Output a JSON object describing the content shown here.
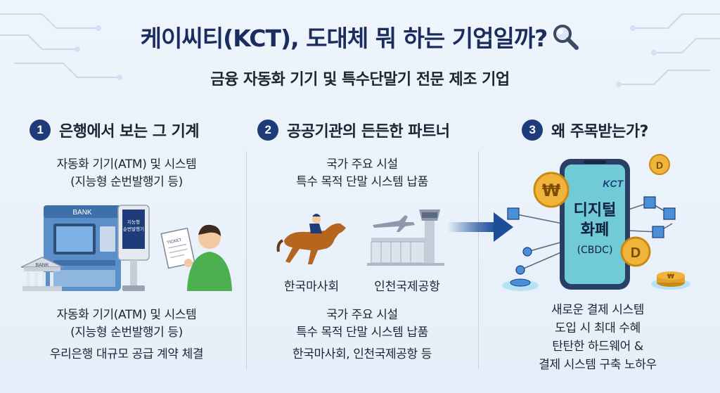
{
  "header": {
    "title": "케이씨티(KCT), 도대체 뭐 하는 기업일까?",
    "subtitle": "금융 자동화 기기 및 특수단말기 전문 제조 기업"
  },
  "columns": [
    {
      "number": "1",
      "heading": "은행에서 보는 그 기계",
      "top_lines": [
        "자동화 기기(ATM) 및 시스템",
        "(지능형 순번발행기 등)"
      ],
      "bottom_lines": [
        "자동화 기기(ATM) 및 시스템",
        "(지능형 순번발행기 등)"
      ],
      "footer": "우리은행 대규모 공급 계약 체결",
      "illustration": {
        "atm_sign": "BANK",
        "building_sign": "BANK",
        "kiosk_screen_lines": [
          "지능형",
          "순번발행기"
        ],
        "ticket_text": "TICKET"
      }
    },
    {
      "number": "2",
      "heading": "공공기관의 든든한 파트너",
      "top_lines": [
        "국가 주요 시설",
        "특수 목적 단말 시스템 납품"
      ],
      "label_left": "한국마사회",
      "label_right": "인천국제공항",
      "bottom_lines": [
        "국가 주요 시설",
        "특수 목적 단말 시스템 납품"
      ],
      "footer": "한국마사회, 인천국제공항 등"
    },
    {
      "number": "3",
      "heading": "왜 주목받는가?",
      "phone": {
        "brand": "KCT",
        "line1": "디지털",
        "line2": "화폐",
        "line3": "(CBDC)"
      },
      "coin_symbols": [
        "₩",
        "D",
        "₩"
      ],
      "bottom_lines": [
        "새로운 결제 시스템",
        "도입 시 최대 수혜",
        "탄탄한 하드웨어 &",
        "결제 시스템 구축 노하우"
      ]
    }
  ],
  "colors": {
    "navy": "#1b2d5e",
    "badge": "#1f3c7a",
    "arrow": "#1e4d9a",
    "gold": "#f0b43a",
    "green": "#4caf50"
  }
}
